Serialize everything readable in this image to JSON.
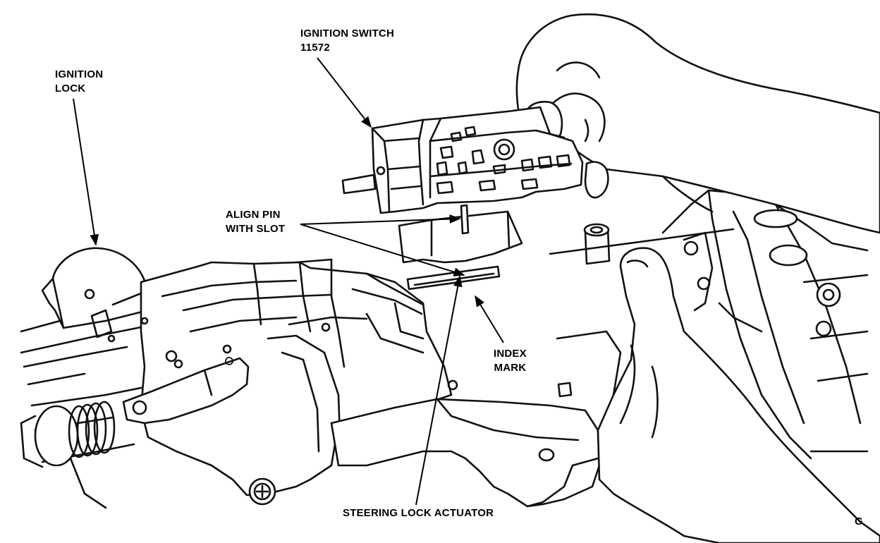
{
  "labels": {
    "ignition_switch": {
      "line1": "IGNITION SWITCH",
      "line2": "11572"
    },
    "ignition_lock": {
      "line1": "IGNITION",
      "line2": "LOCK"
    },
    "align_pin": {
      "line1": "ALIGN PIN",
      "line2": "WITH SLOT"
    },
    "index_mark": {
      "line1": "INDEX",
      "line2": "MARK"
    },
    "steering_lock_actuator": "STEERING LOCK ACTUATOR",
    "corner_code": "G"
  },
  "colors": {
    "ink": "#111111",
    "paper": "#ffffff"
  }
}
